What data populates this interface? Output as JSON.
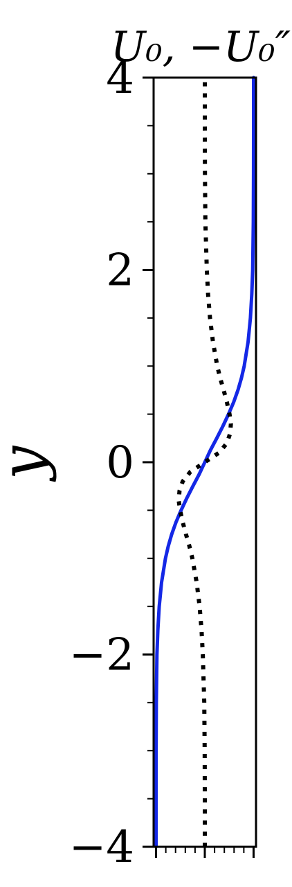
{
  "chart_data": {
    "type": "line",
    "title": "U₀, −U₀″",
    "ylabel": "y",
    "xlabel": "",
    "ylim": [
      -4,
      4
    ],
    "xlim": [
      -1.05,
      1.05
    ],
    "yticks": [
      {
        "value": -4,
        "label": "−4"
      },
      {
        "value": -2,
        "label": "−2"
      },
      {
        "value": 0,
        "label": "0"
      },
      {
        "value": 2,
        "label": "2"
      },
      {
        "value": 4,
        "label": "4"
      }
    ],
    "y_minor_step": 0.5,
    "x_major_ticks": [
      -1,
      0,
      1
    ],
    "x_minor_step": 0.2,
    "grid": false,
    "series": [
      {
        "color": "#1428e6",
        "style": "solid",
        "points": [
          [
            -1.0,
            -4.0
          ],
          [
            -1.0,
            -3.5
          ],
          [
            -0.999,
            -3.0
          ],
          [
            -0.995,
            -2.5
          ],
          [
            -0.982,
            -2.0
          ],
          [
            -0.964,
            -1.75
          ],
          [
            -0.935,
            -1.5
          ],
          [
            -0.887,
            -1.25
          ],
          [
            -0.808,
            -1.0
          ],
          [
            -0.751,
            -0.875
          ],
          [
            -0.679,
            -0.75
          ],
          [
            -0.591,
            -0.625
          ],
          [
            -0.487,
            -0.5
          ],
          [
            -0.37,
            -0.375
          ],
          [
            -0.245,
            -0.25
          ],
          [
            -0.115,
            -0.125
          ],
          [
            0.0,
            0.0
          ],
          [
            0.115,
            0.125
          ],
          [
            0.245,
            0.25
          ],
          [
            0.37,
            0.375
          ],
          [
            0.487,
            0.5
          ],
          [
            0.591,
            0.625
          ],
          [
            0.679,
            0.75
          ],
          [
            0.751,
            0.875
          ],
          [
            0.808,
            1.0
          ],
          [
            0.887,
            1.25
          ],
          [
            0.935,
            1.5
          ],
          [
            0.964,
            1.75
          ],
          [
            0.982,
            2.0
          ],
          [
            0.995,
            2.5
          ],
          [
            0.999,
            3.0
          ],
          [
            1.0,
            3.5
          ],
          [
            1.0,
            4.0
          ]
        ]
      },
      {
        "color": "#000000",
        "style": "dotted",
        "points": [
          [
            0.0,
            -4.0
          ],
          [
            0.0,
            -3.5
          ],
          [
            -0.003,
            -3.0
          ],
          [
            -0.011,
            -2.5
          ],
          [
            -0.041,
            -2.0
          ],
          [
            -0.067,
            -1.75
          ],
          [
            -0.106,
            -1.5
          ],
          [
            -0.167,
            -1.25
          ],
          [
            -0.256,
            -1.0
          ],
          [
            -0.315,
            -0.875
          ],
          [
            -0.386,
            -0.75
          ],
          [
            -0.452,
            -0.625
          ],
          [
            -0.506,
            -0.5
          ],
          [
            -0.535,
            -0.4
          ],
          [
            -0.52,
            -0.3
          ],
          [
            -0.454,
            -0.2
          ],
          [
            -0.297,
            -0.1
          ],
          [
            0.0,
            0.0
          ],
          [
            0.297,
            0.1
          ],
          [
            0.454,
            0.2
          ],
          [
            0.52,
            0.3
          ],
          [
            0.535,
            0.4
          ],
          [
            0.506,
            0.5
          ],
          [
            0.452,
            0.625
          ],
          [
            0.386,
            0.75
          ],
          [
            0.315,
            0.875
          ],
          [
            0.256,
            1.0
          ],
          [
            0.167,
            1.25
          ],
          [
            0.106,
            1.5
          ],
          [
            0.067,
            1.75
          ],
          [
            0.041,
            2.0
          ],
          [
            0.011,
            2.5
          ],
          [
            0.003,
            3.0
          ],
          [
            0.0,
            3.5
          ],
          [
            0.0,
            4.0
          ]
        ]
      }
    ]
  }
}
